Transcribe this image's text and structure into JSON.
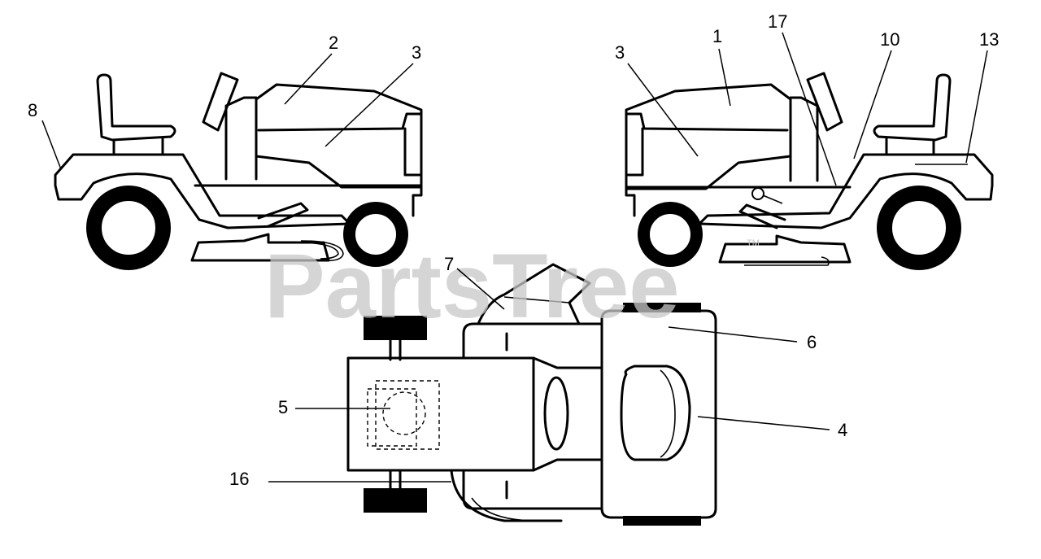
{
  "watermark": {
    "text": "PartsTree",
    "trademark": "TM"
  },
  "callouts": [
    {
      "id": "c8",
      "label": "8"
    },
    {
      "id": "c2",
      "label": "2"
    },
    {
      "id": "c3a",
      "label": "3"
    },
    {
      "id": "c3b",
      "label": "3"
    },
    {
      "id": "c1",
      "label": "1"
    },
    {
      "id": "c17",
      "label": "17"
    },
    {
      "id": "c10",
      "label": "10"
    },
    {
      "id": "c13",
      "label": "13"
    },
    {
      "id": "c7",
      "label": "7"
    },
    {
      "id": "c6",
      "label": "6"
    },
    {
      "id": "c5",
      "label": "5"
    },
    {
      "id": "c4",
      "label": "4"
    },
    {
      "id": "c16",
      "label": "16"
    }
  ]
}
